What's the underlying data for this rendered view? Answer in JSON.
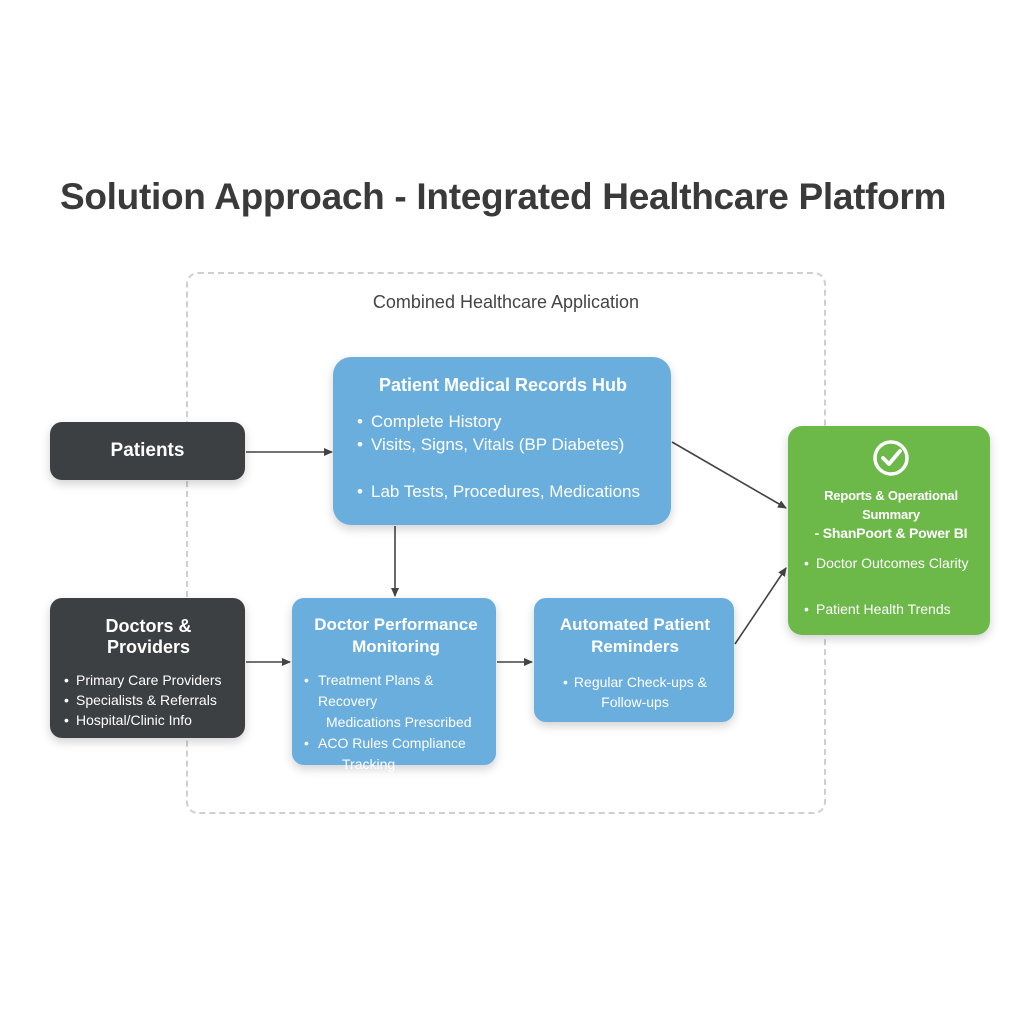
{
  "title": "Solution Approach - Integrated Healthcare Platform",
  "container_label": "Combined Healthcare Application",
  "nodes": {
    "patients": {
      "label": "Patients"
    },
    "doctors": {
      "title": "Doctors & Providers",
      "items": [
        "Primary Care Providers",
        "Specialists & Referrals",
        "Hospital/Clinic Info"
      ]
    },
    "records_hub": {
      "title": "Patient Medical Records Hub",
      "items": [
        "Complete History",
        "Visits, Signs, Vitals (BP Diabetes)",
        "Lab Tests, Procedures, Medications"
      ]
    },
    "performance": {
      "title_line1": "Doctor Performance",
      "title_line2": "Monitoring",
      "items": [
        "Treatment Plans & Recovery",
        "Medications Prescribed",
        "ACO Rules Compliance",
        "Tracking"
      ]
    },
    "reminders": {
      "title_line1": "Automated Patient",
      "title_line2": "Reminders",
      "items": [
        "Regular Check-ups &",
        "Follow-ups"
      ]
    },
    "reports": {
      "icon": "check-circle-icon",
      "title_line1": "Reports & Operational Summary",
      "title_line2": "- ShanPoort & Power BI",
      "items": [
        "Doctor Outcomes Clarity",
        "Patient Health Trends"
      ]
    }
  },
  "colors": {
    "dark_node": "#3d4043",
    "blue_node": "#6aaede",
    "green_node": "#6cb94a",
    "arrow": "#444444"
  }
}
